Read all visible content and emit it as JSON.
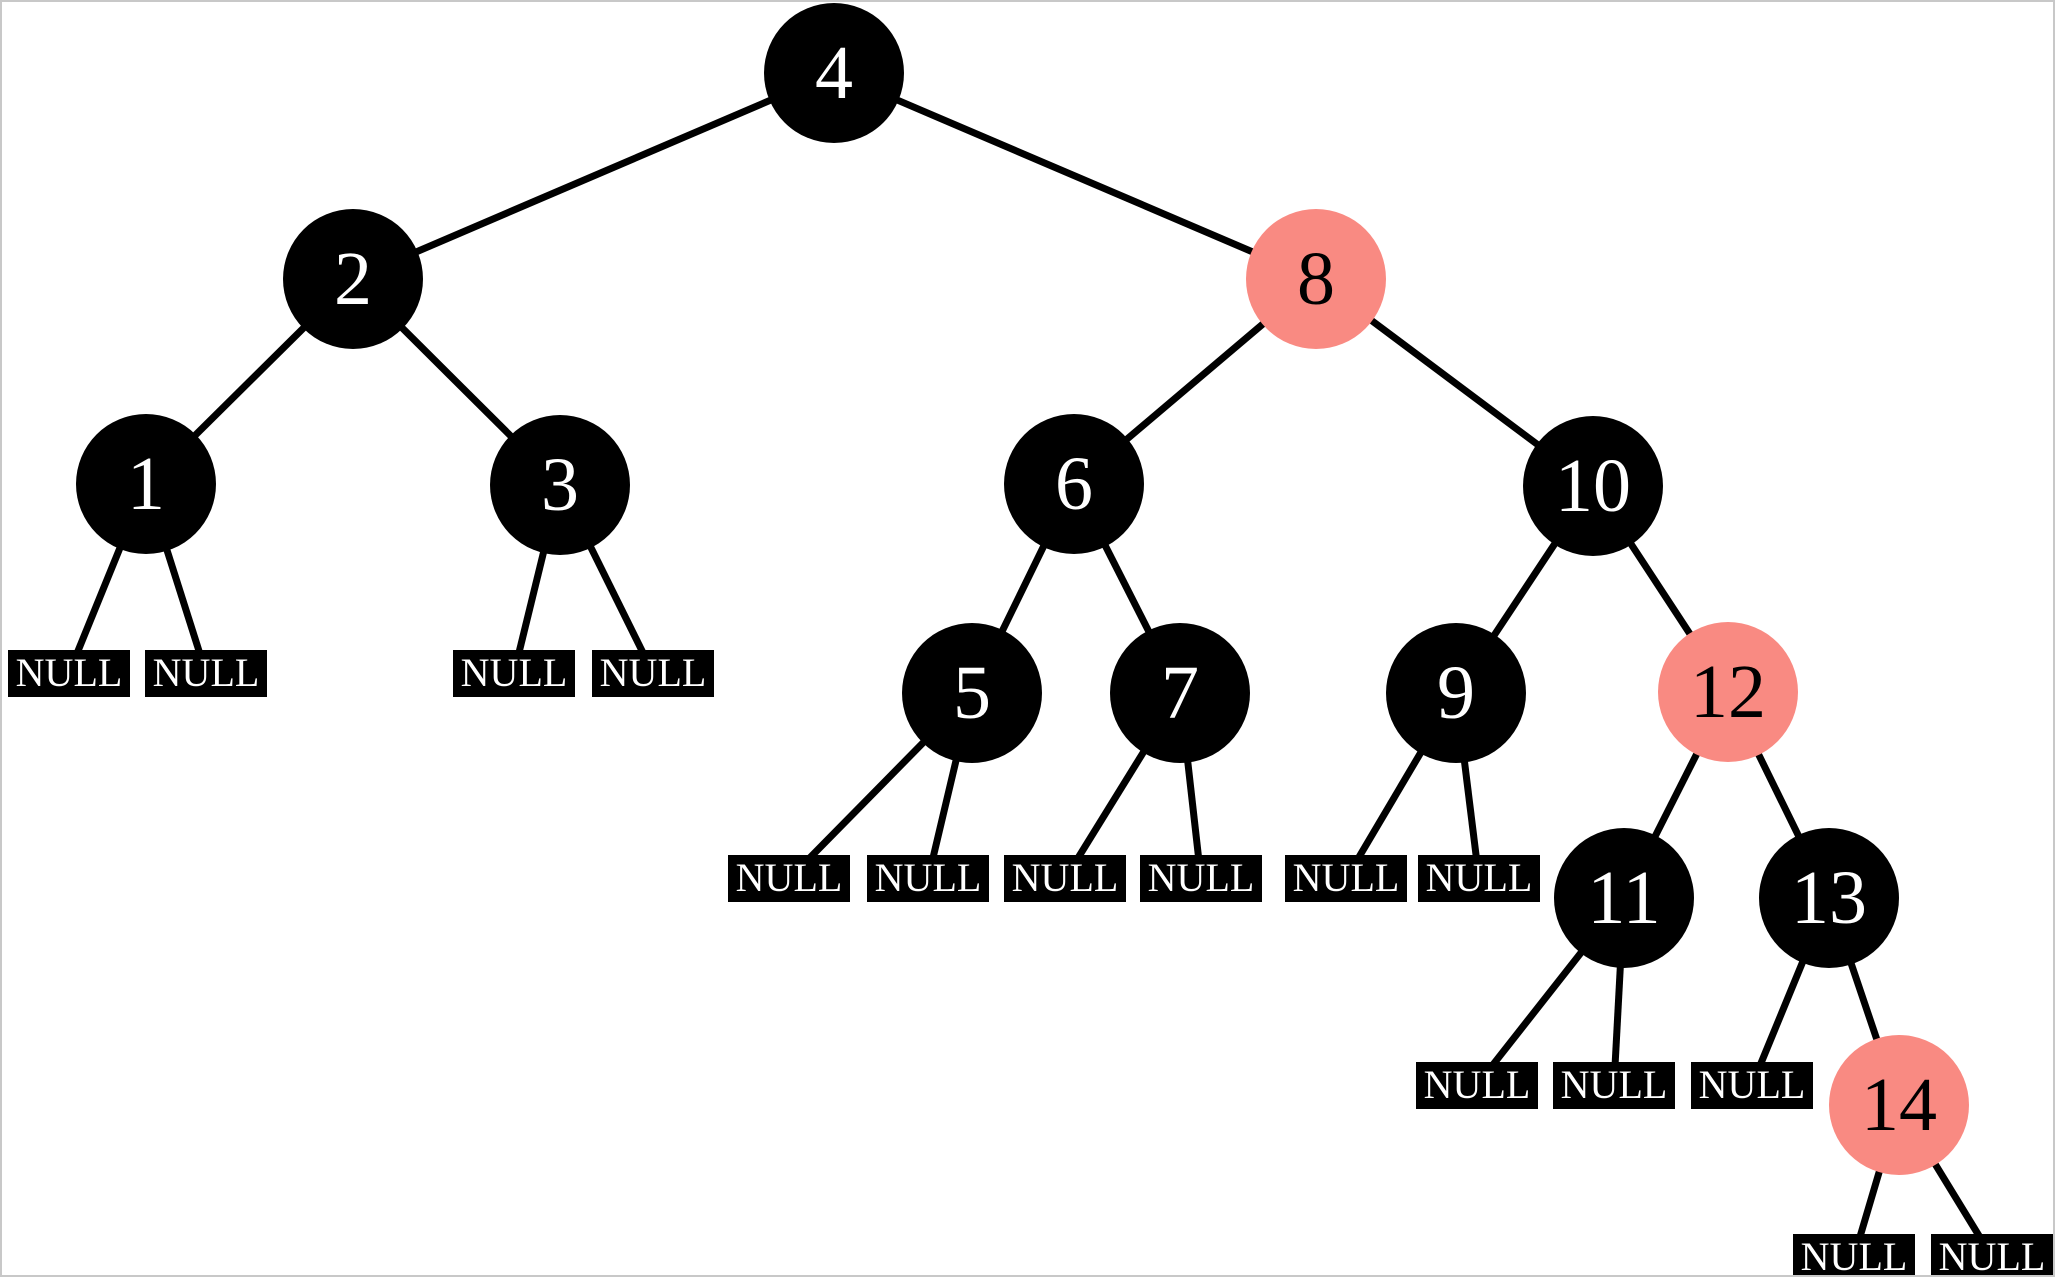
{
  "diagram": {
    "type": "red-black-tree",
    "null_label": "NULL",
    "colors": {
      "black_node": "#000000",
      "red_node": "#f98a82",
      "edge": "#000000",
      "text_on_black": "#ffffff",
      "text_on_red": "#000000",
      "background": "#ffffff",
      "border": "#c8c8c8"
    },
    "nodes": {
      "n4": {
        "label": "4",
        "color": "black"
      },
      "n2": {
        "label": "2",
        "color": "black"
      },
      "n8": {
        "label": "8",
        "color": "red"
      },
      "n1": {
        "label": "1",
        "color": "black"
      },
      "n3": {
        "label": "3",
        "color": "black"
      },
      "n6": {
        "label": "6",
        "color": "black"
      },
      "n10": {
        "label": "10",
        "color": "black"
      },
      "n5": {
        "label": "5",
        "color": "black"
      },
      "n7": {
        "label": "7",
        "color": "black"
      },
      "n9": {
        "label": "9",
        "color": "black"
      },
      "n12": {
        "label": "12",
        "color": "red"
      },
      "n11": {
        "label": "11",
        "color": "black"
      },
      "n13": {
        "label": "13",
        "color": "black"
      },
      "n14": {
        "label": "14",
        "color": "red"
      }
    },
    "edges": [
      {
        "from": "4",
        "to": "2"
      },
      {
        "from": "4",
        "to": "8"
      },
      {
        "from": "2",
        "to": "1"
      },
      {
        "from": "2",
        "to": "3"
      },
      {
        "from": "8",
        "to": "6"
      },
      {
        "from": "8",
        "to": "10"
      },
      {
        "from": "1",
        "to": "NULL"
      },
      {
        "from": "1",
        "to": "NULL"
      },
      {
        "from": "3",
        "to": "NULL"
      },
      {
        "from": "3",
        "to": "NULL"
      },
      {
        "from": "6",
        "to": "5"
      },
      {
        "from": "6",
        "to": "7"
      },
      {
        "from": "10",
        "to": "9"
      },
      {
        "from": "10",
        "to": "12"
      },
      {
        "from": "5",
        "to": "NULL"
      },
      {
        "from": "5",
        "to": "NULL"
      },
      {
        "from": "7",
        "to": "NULL"
      },
      {
        "from": "7",
        "to": "NULL"
      },
      {
        "from": "9",
        "to": "NULL"
      },
      {
        "from": "9",
        "to": "NULL"
      },
      {
        "from": "12",
        "to": "11"
      },
      {
        "from": "12",
        "to": "13"
      },
      {
        "from": "11",
        "to": "NULL"
      },
      {
        "from": "11",
        "to": "NULL"
      },
      {
        "from": "13",
        "to": "NULL"
      },
      {
        "from": "13",
        "to": "14"
      },
      {
        "from": "14",
        "to": "NULL"
      },
      {
        "from": "14",
        "to": "NULL"
      }
    ]
  }
}
